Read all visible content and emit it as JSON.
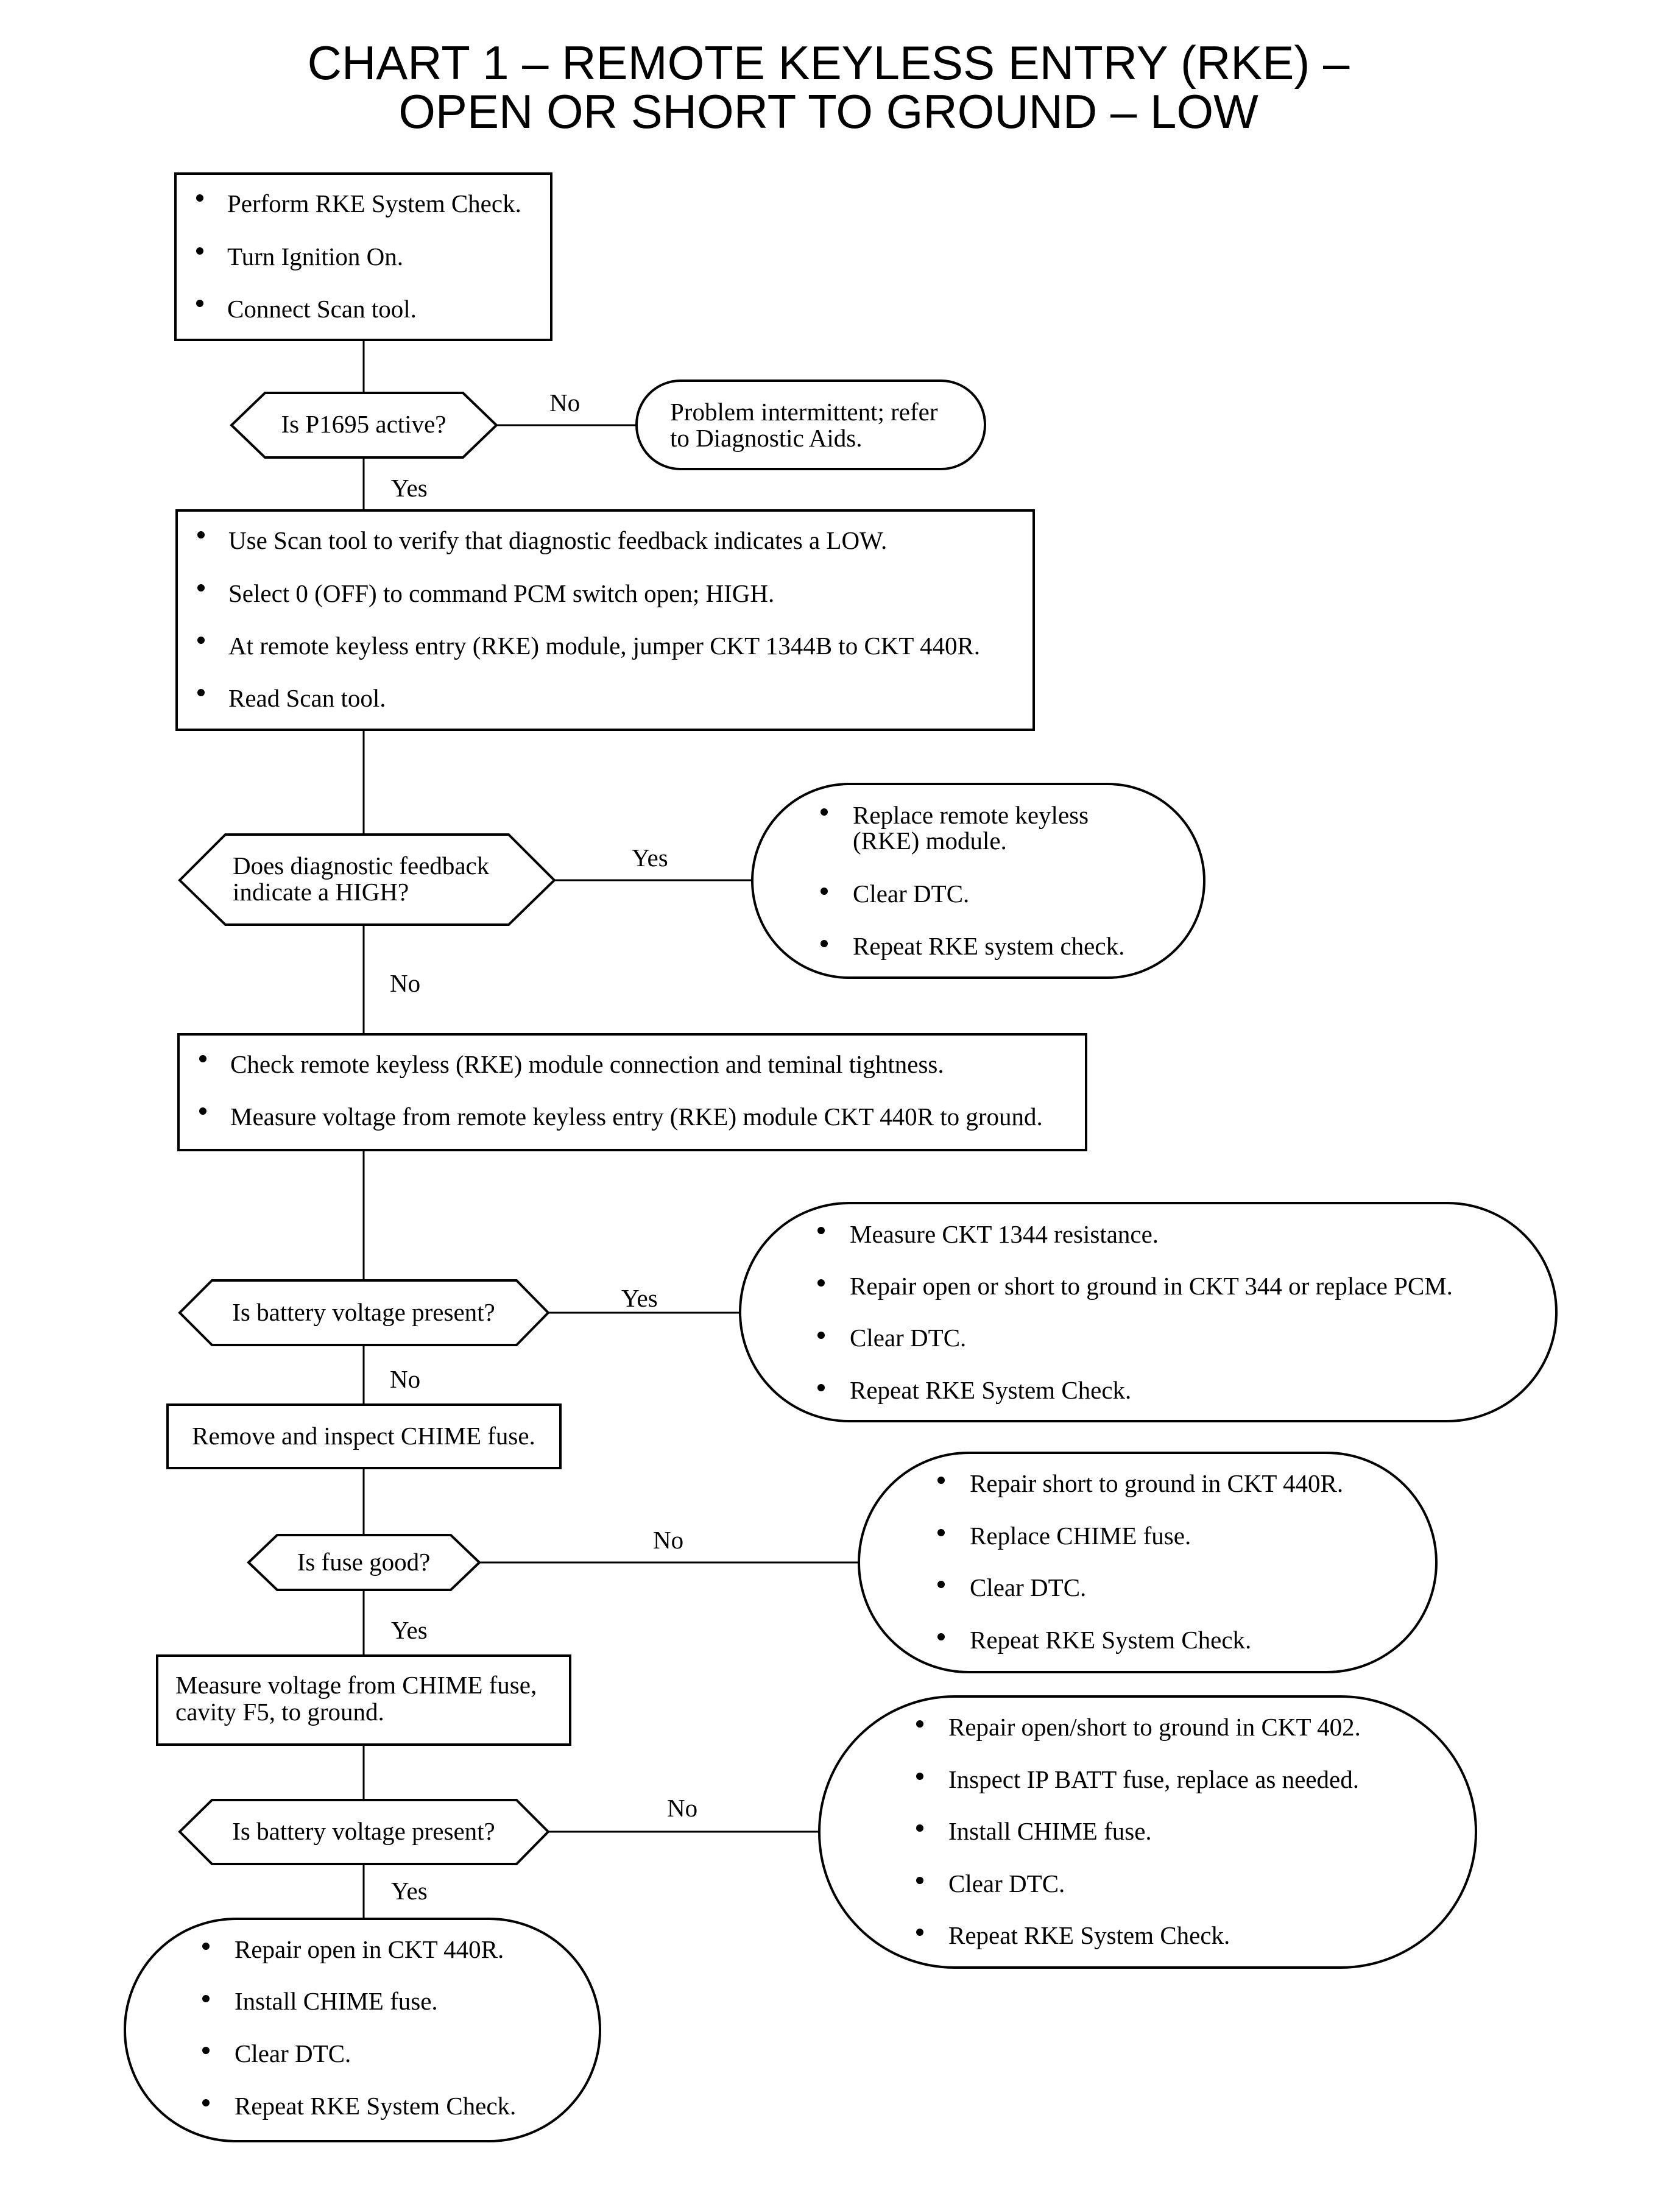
{
  "title": {
    "line1": "CHART 1 – REMOTE KEYLESS ENTRY (RKE) –",
    "line2": "OPEN OR SHORT TO GROUND – LOW"
  },
  "nodes": {
    "start_box": {
      "bullets": [
        "Perform RKE System Check.",
        "Turn Ignition On.",
        "Connect Scan tool."
      ]
    },
    "q_p1695": {
      "lines": [
        "Is P1695 active?"
      ]
    },
    "intermittent": {
      "lines": [
        "Problem intermittent; refer",
        "to Diagnostic Aids."
      ]
    },
    "scan_box": {
      "bullets": [
        "Use Scan tool to verify that diagnostic feedback indicates a LOW.",
        "Select 0 (OFF) to command PCM switch open; HIGH.",
        "At remote keyless entry (RKE) module, jumper CKT 1344B to CKT 440R.",
        "Read Scan tool."
      ]
    },
    "q_feedback": {
      "lines": [
        "Does diagnostic feedback",
        "indicate a HIGH?"
      ]
    },
    "replace_module": {
      "bullets": [
        [
          "Replace remote keyless",
          "(RKE) module."
        ],
        [
          "Clear DTC."
        ],
        [
          "Repeat RKE system check."
        ]
      ]
    },
    "check_box": {
      "bullets": [
        "Check remote keyless (RKE) module connection and teminal tightness.",
        "Measure voltage from remote keyless entry (RKE) module CKT 440R to ground."
      ]
    },
    "q_battery1": {
      "lines": [
        "Is battery voltage present?"
      ]
    },
    "ckt1344_end": {
      "bullets": [
        "Measure CKT 1344 resistance.",
        "Repair open or short to ground in CKT 344 or replace PCM.",
        "Clear DTC.",
        "Repeat RKE System Check."
      ]
    },
    "chime_box": {
      "lines": [
        "Remove and inspect CHIME fuse."
      ]
    },
    "q_fuse": {
      "lines": [
        "Is fuse good?"
      ]
    },
    "fuse_bad_end": {
      "bullets": [
        "Repair short to ground in CKT 440R.",
        "Replace CHIME fuse.",
        "Clear DTC.",
        "Repeat RKE System Check."
      ]
    },
    "measure_chime_box": {
      "lines": [
        "Measure voltage from CHIME fuse,",
        "cavity F5, to ground."
      ]
    },
    "q_battery2": {
      "lines": [
        "Is battery voltage present?"
      ]
    },
    "ckt402_end": {
      "bullets": [
        "Repair open/short to ground in CKT 402.",
        "Inspect IP BATT fuse, replace as needed.",
        "Install CHIME fuse.",
        "Clear DTC.",
        "Repeat RKE System Check."
      ]
    },
    "ckt440r_end": {
      "bullets": [
        "Repair open in CKT 440R.",
        "Install CHIME fuse.",
        "Clear DTC.",
        "Repeat RKE System Check."
      ]
    }
  },
  "edges": [
    {
      "from": "start_box",
      "to": "q_p1695",
      "label": ""
    },
    {
      "from": "q_p1695",
      "to": "intermittent",
      "label": "No"
    },
    {
      "from": "q_p1695",
      "to": "scan_box",
      "label": "Yes"
    },
    {
      "from": "scan_box",
      "to": "q_feedback",
      "label": ""
    },
    {
      "from": "q_feedback",
      "to": "replace_module",
      "label": "Yes"
    },
    {
      "from": "q_feedback",
      "to": "check_box",
      "label": "No"
    },
    {
      "from": "check_box",
      "to": "q_battery1",
      "label": ""
    },
    {
      "from": "q_battery1",
      "to": "ckt1344_end",
      "label": "Yes"
    },
    {
      "from": "q_battery1",
      "to": "chime_box",
      "label": "No"
    },
    {
      "from": "chime_box",
      "to": "q_fuse",
      "label": ""
    },
    {
      "from": "q_fuse",
      "to": "fuse_bad_end",
      "label": "No"
    },
    {
      "from": "q_fuse",
      "to": "measure_chime_box",
      "label": "Yes"
    },
    {
      "from": "measure_chime_box",
      "to": "q_battery2",
      "label": ""
    },
    {
      "from": "q_battery2",
      "to": "ckt402_end",
      "label": "No"
    },
    {
      "from": "q_battery2",
      "to": "ckt440r_end",
      "label": "Yes"
    }
  ]
}
